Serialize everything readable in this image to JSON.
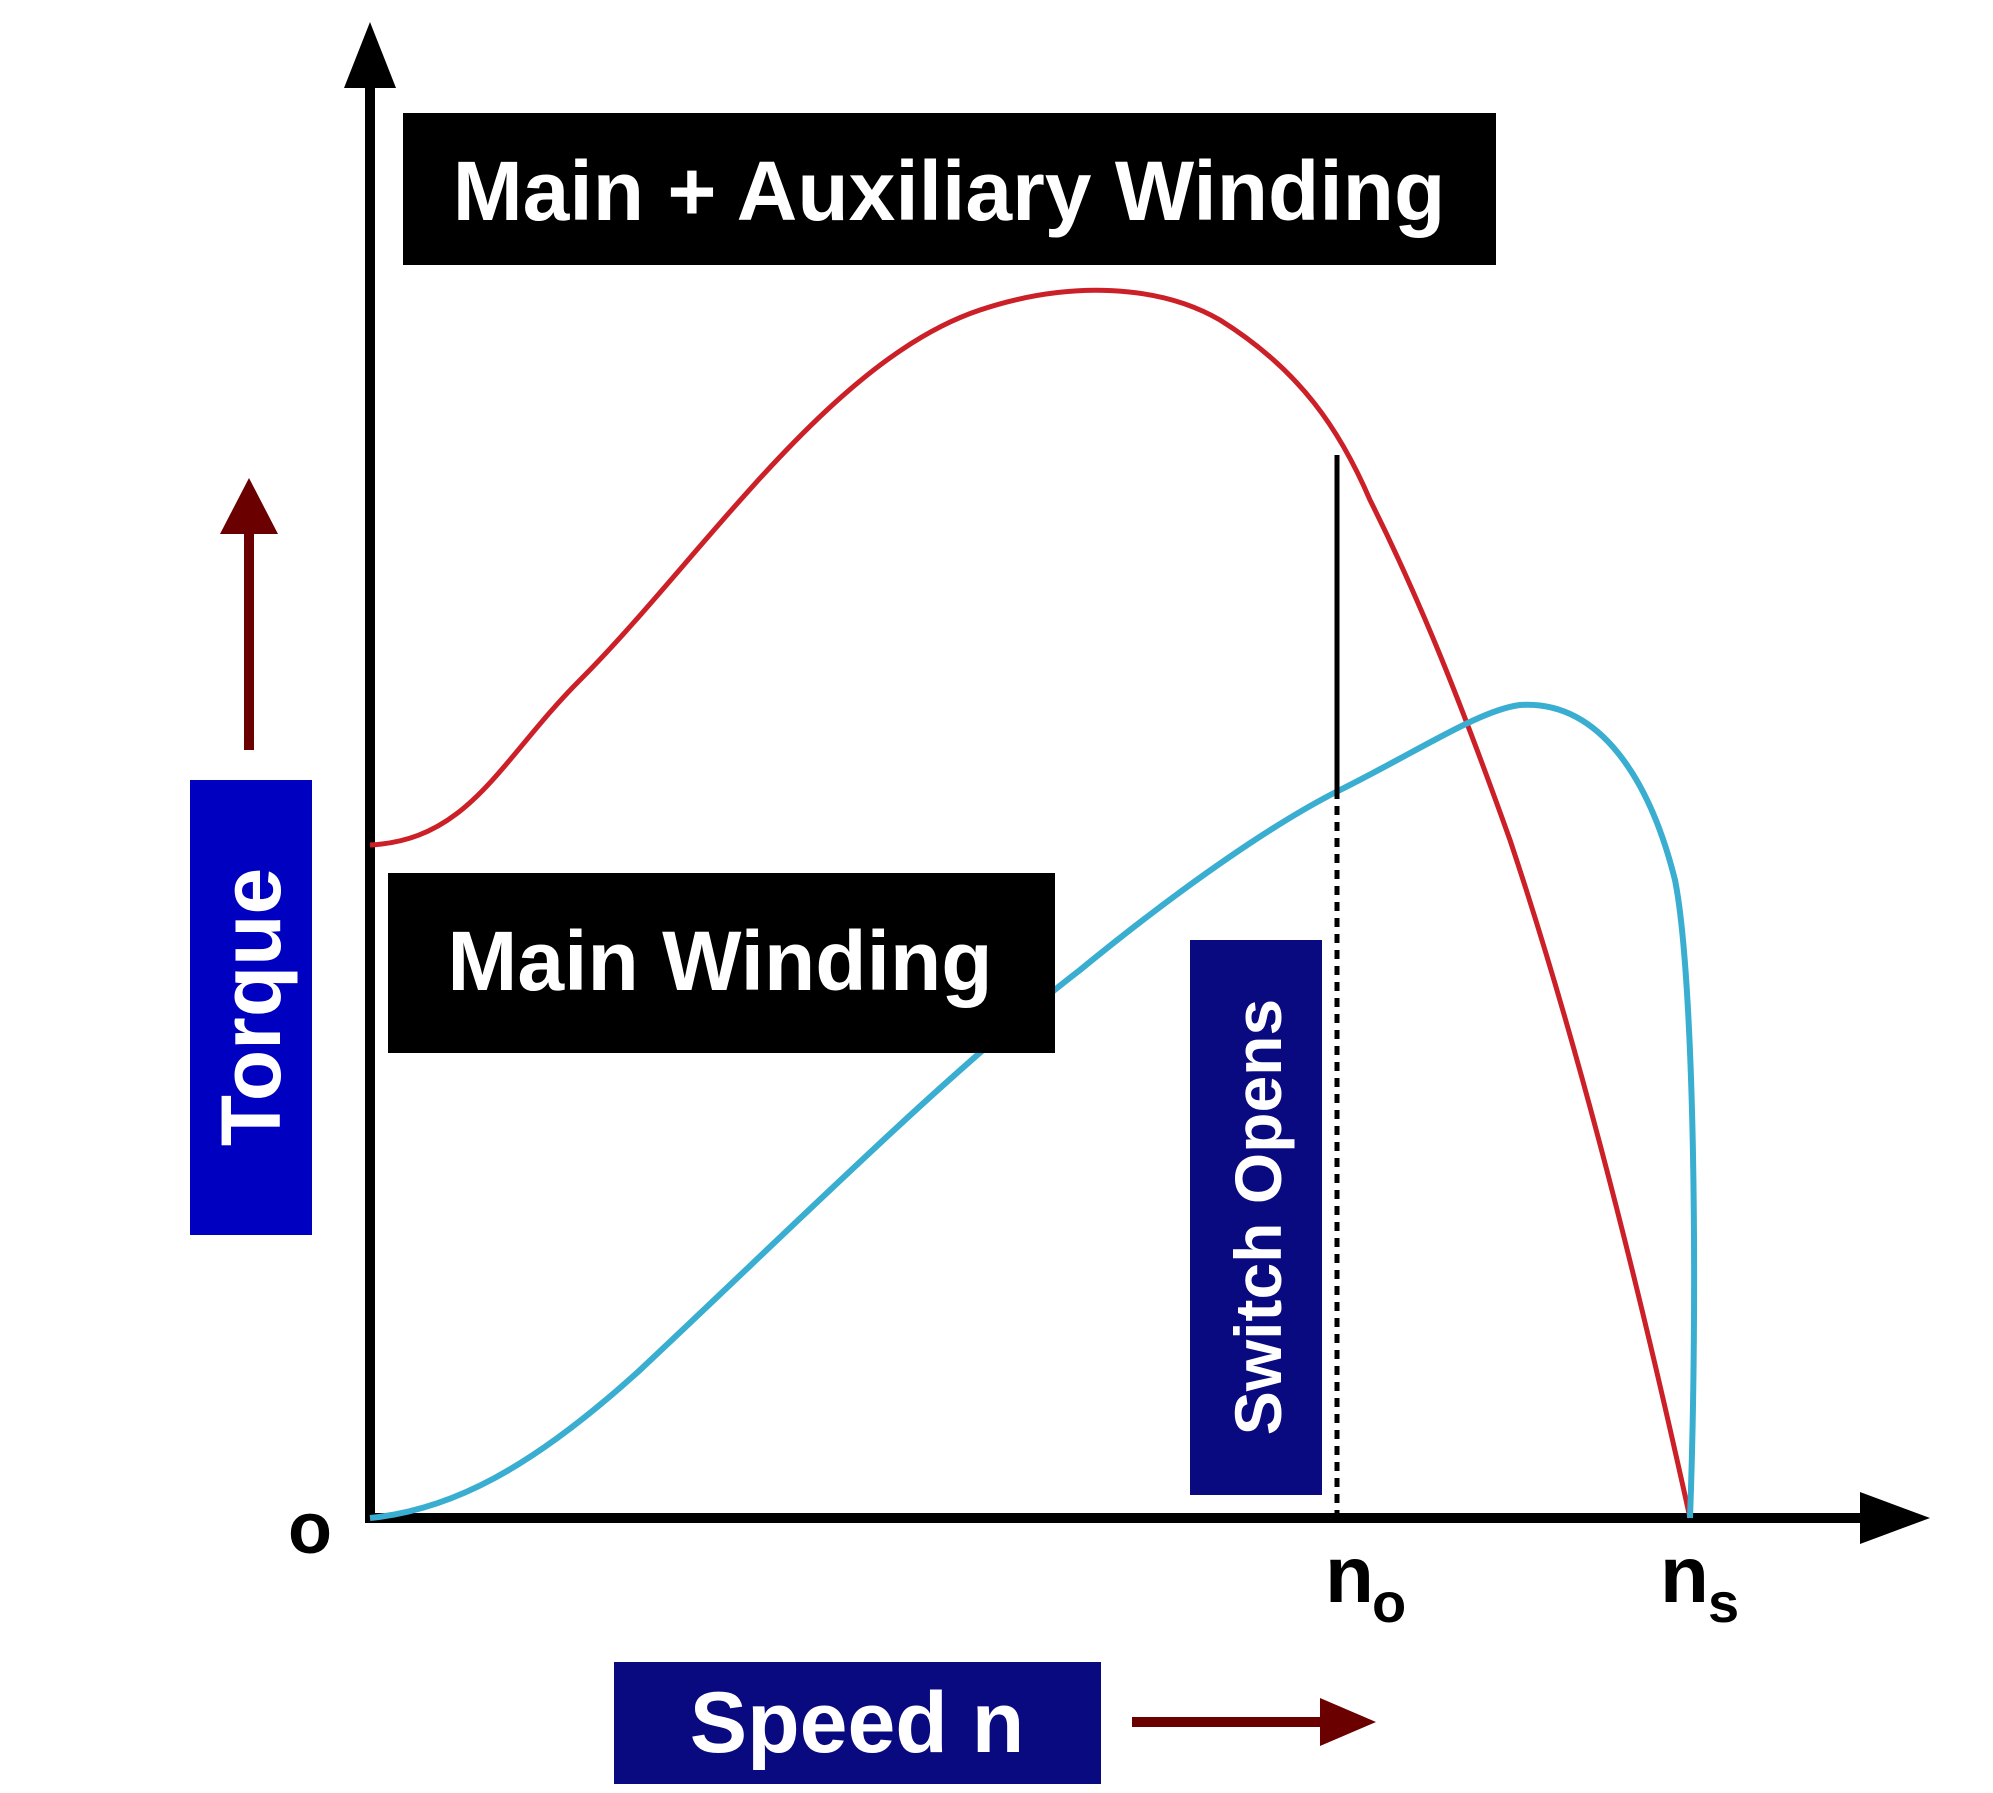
{
  "labels": {
    "main_aux": "Main + Auxiliary Winding",
    "main": "Main Winding",
    "torque": "Torque",
    "speed": "Speed n",
    "switch": "Switch Opens",
    "origin": "o",
    "no_base": "n",
    "no_sub": "o",
    "ns_base": "n",
    "ns_sub": "s"
  },
  "colors": {
    "red_curve": "#cc2028",
    "blue_curve": "#3aaed0",
    "label_box_black": "#000000",
    "label_box_blue": "#0000c0",
    "label_box_navy": "#0a0a80",
    "arrow": "#6b0000",
    "axis": "#000000"
  },
  "chart_data": {
    "type": "line",
    "title": "",
    "xlabel": "Speed n",
    "ylabel": "Torque",
    "x_markers": [
      "o",
      "n_o",
      "n_s"
    ],
    "series": [
      {
        "name": "Main + Auxiliary Winding",
        "color": "#cc2028",
        "shape": "starts at non-zero torque at o, peaks mid-speed, falls to zero at n_s"
      },
      {
        "name": "Main Winding",
        "color": "#3aaed0",
        "shape": "starts at zero torque at o, peaks just below n_s, falls steeply to zero at n_s"
      }
    ],
    "annotation": "Switch Opens at n_o"
  }
}
